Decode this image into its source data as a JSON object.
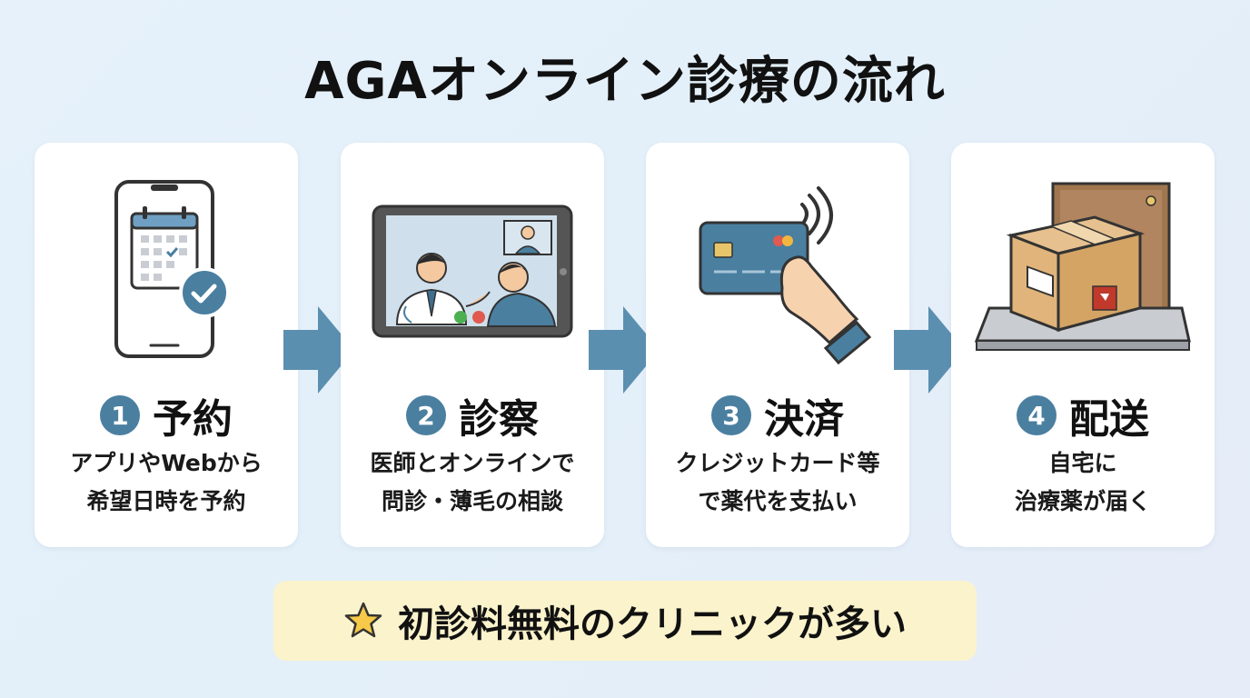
{
  "title": "AGAオンライン診療の流れ",
  "steps": [
    {
      "number": "1",
      "title": "予約",
      "desc_line1": "アプリやWebから",
      "desc_line2": "希望日時を予約"
    },
    {
      "number": "2",
      "title": "診察",
      "desc_line1": "医師とオンラインで",
      "desc_line2": "問診・薄毛の相談"
    },
    {
      "number": "3",
      "title": "決済",
      "desc_line1": "クレジットカード等",
      "desc_line2": "で薬代を支払い"
    },
    {
      "number": "4",
      "title": "配送",
      "desc_line1": "自宅に",
      "desc_line2": "治療薬が届く"
    }
  ],
  "banner": {
    "text": "初診料無料のクリニックが多い",
    "icon": "star-icon"
  },
  "colors": {
    "accent": "#4a7fa0",
    "arrow": "#5b8fb0",
    "banner_bg": "#fbf3cc"
  }
}
